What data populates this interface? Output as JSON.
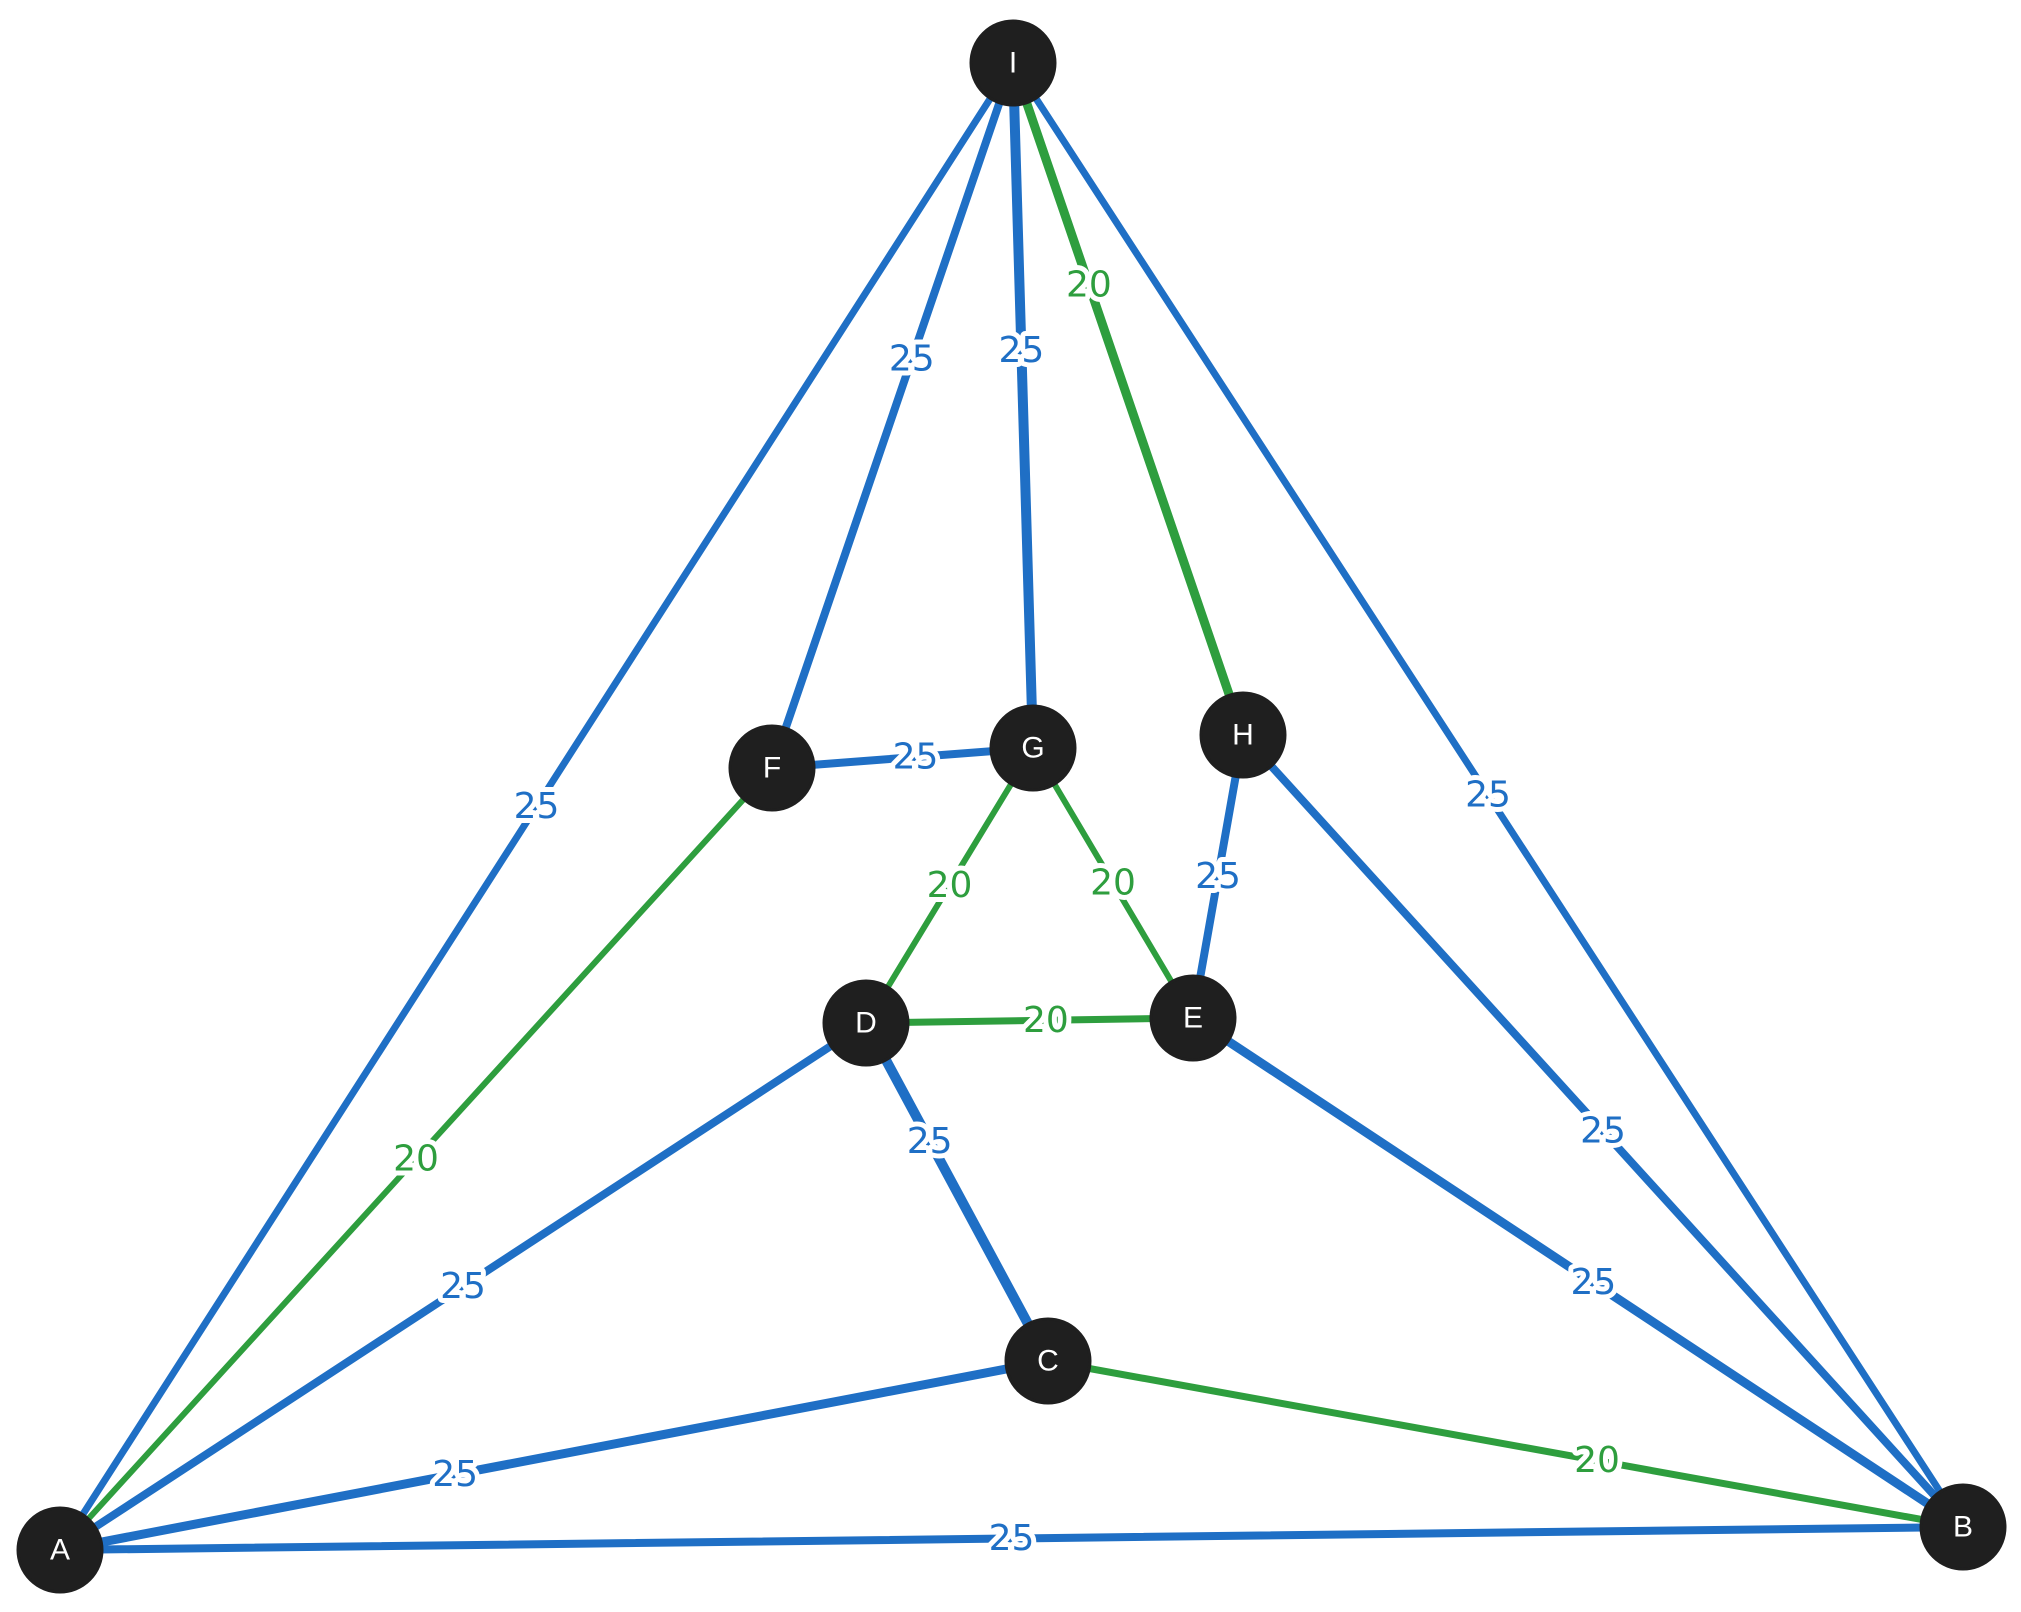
{
  "colors": {
    "blue": "#1f6fc5",
    "green": "#2e9e3e",
    "node": "#1f1f1f",
    "node_text": "#ffffff",
    "background": "#ffffff"
  },
  "nodes": [
    {
      "id": "I",
      "label": "I"
    },
    {
      "id": "F",
      "label": "F"
    },
    {
      "id": "G",
      "label": "G"
    },
    {
      "id": "H",
      "label": "H"
    },
    {
      "id": "D",
      "label": "D"
    },
    {
      "id": "E",
      "label": "E"
    },
    {
      "id": "C",
      "label": "C"
    },
    {
      "id": "A",
      "label": "A"
    },
    {
      "id": "B",
      "label": "B"
    }
  ],
  "edges": [
    {
      "from": "I",
      "to": "A",
      "weight": "25",
      "color": "blue"
    },
    {
      "from": "I",
      "to": "F",
      "weight": "25",
      "color": "blue"
    },
    {
      "from": "I",
      "to": "G",
      "weight": "25",
      "color": "blue"
    },
    {
      "from": "I",
      "to": "H",
      "weight": "20",
      "color": "green"
    },
    {
      "from": "I",
      "to": "B",
      "weight": "25",
      "color": "blue"
    },
    {
      "from": "F",
      "to": "G",
      "weight": "25",
      "color": "blue"
    },
    {
      "from": "F",
      "to": "A",
      "weight": "20",
      "color": "green"
    },
    {
      "from": "G",
      "to": "D",
      "weight": "20",
      "color": "green"
    },
    {
      "from": "G",
      "to": "E",
      "weight": "20",
      "color": "green"
    },
    {
      "from": "H",
      "to": "E",
      "weight": "25",
      "color": "blue"
    },
    {
      "from": "H",
      "to": "B",
      "weight": "25",
      "color": "blue"
    },
    {
      "from": "D",
      "to": "E",
      "weight": "20",
      "color": "green"
    },
    {
      "from": "D",
      "to": "A",
      "weight": "25",
      "color": "blue"
    },
    {
      "from": "D",
      "to": "C",
      "weight": "25",
      "color": "blue"
    },
    {
      "from": "E",
      "to": "B",
      "weight": "25",
      "color": "blue"
    },
    {
      "from": "C",
      "to": "A",
      "weight": "25",
      "color": "blue"
    },
    {
      "from": "C",
      "to": "B",
      "weight": "20",
      "color": "green"
    },
    {
      "from": "A",
      "to": "B",
      "weight": "25",
      "color": "blue"
    }
  ]
}
